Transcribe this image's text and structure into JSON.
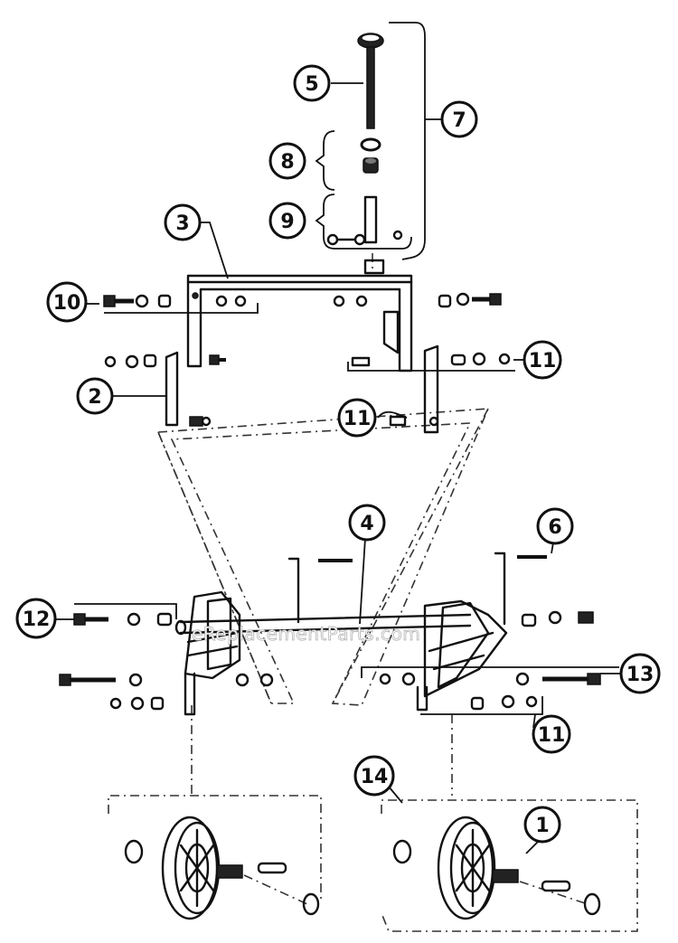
{
  "watermark": "eReplacementParts.com",
  "callouts": [
    {
      "id": "5",
      "label": "5"
    },
    {
      "id": "7",
      "label": "7"
    },
    {
      "id": "8",
      "label": "8"
    },
    {
      "id": "9",
      "label": "9"
    },
    {
      "id": "3",
      "label": "3"
    },
    {
      "id": "10",
      "label": "10"
    },
    {
      "id": "11a",
      "label": "11"
    },
    {
      "id": "2",
      "label": "2"
    },
    {
      "id": "11b",
      "label": "11"
    },
    {
      "id": "4",
      "label": "4"
    },
    {
      "id": "6",
      "label": "6"
    },
    {
      "id": "12",
      "label": "12"
    },
    {
      "id": "13",
      "label": "13"
    },
    {
      "id": "11c",
      "label": "11"
    },
    {
      "id": "14",
      "label": "14"
    },
    {
      "id": "1",
      "label": "1"
    }
  ]
}
